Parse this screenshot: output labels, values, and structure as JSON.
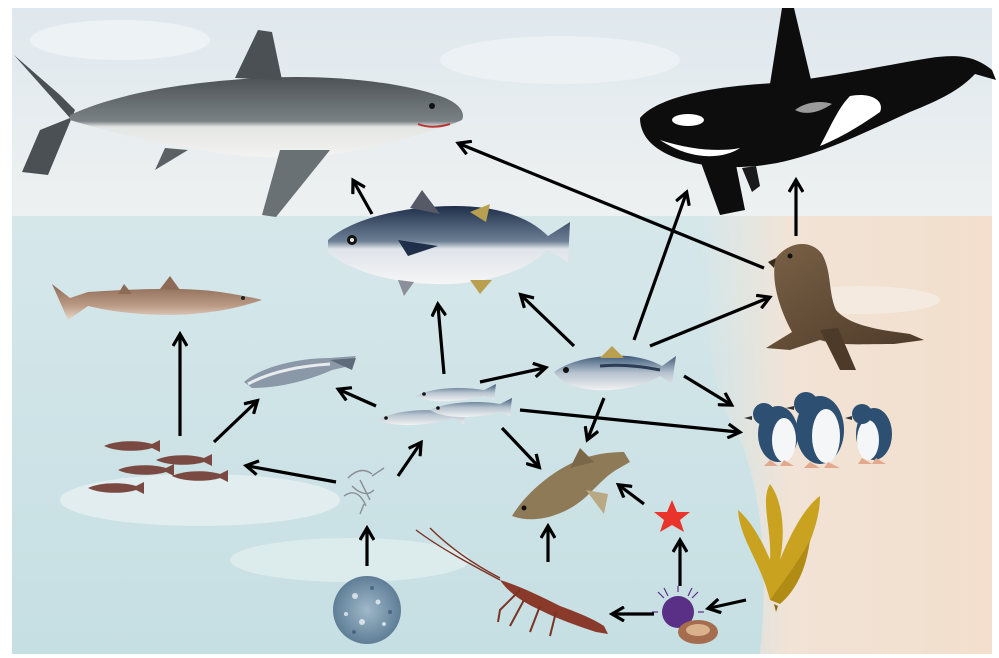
{
  "diagram": {
    "type": "food-web",
    "nodes": [
      {
        "id": "great-white-shark",
        "icon": "great-white-shark-icon"
      },
      {
        "id": "orca",
        "icon": "orca-icon"
      },
      {
        "id": "tuna",
        "icon": "tuna-icon"
      },
      {
        "id": "seal",
        "icon": "seal-icon"
      },
      {
        "id": "dogfish-shark",
        "icon": "dogfish-shark-icon"
      },
      {
        "id": "squid",
        "icon": "squid-icon"
      },
      {
        "id": "sardines",
        "icon": "sardine-school-icon"
      },
      {
        "id": "mackerel",
        "icon": "mackerel-icon"
      },
      {
        "id": "penguins",
        "icon": "penguin-group-icon"
      },
      {
        "id": "lanternfish",
        "icon": "lanternfish-school-icon"
      },
      {
        "id": "zooplankton",
        "icon": "zooplankton-icon"
      },
      {
        "id": "phytoplankton",
        "icon": "phytoplankton-icon"
      },
      {
        "id": "flathead",
        "icon": "flathead-fish-icon"
      },
      {
        "id": "sea-star",
        "icon": "sea-star-icon"
      },
      {
        "id": "lobster",
        "icon": "lobster-icon"
      },
      {
        "id": "urchin-abalone",
        "icon": "urchin-abalone-icon"
      },
      {
        "id": "kelp",
        "icon": "kelp-icon"
      }
    ],
    "edges": [
      {
        "from": "tuna",
        "to": "great-white-shark"
      },
      {
        "from": "seal",
        "to": "great-white-shark"
      },
      {
        "from": "seal",
        "to": "orca"
      },
      {
        "from": "mackerel",
        "to": "orca"
      },
      {
        "from": "mackerel",
        "to": "seal"
      },
      {
        "from": "mackerel",
        "to": "tuna"
      },
      {
        "from": "mackerel",
        "to": "penguins"
      },
      {
        "from": "mackerel",
        "to": "flathead"
      },
      {
        "from": "sardines",
        "to": "tuna"
      },
      {
        "from": "sardines",
        "to": "mackerel"
      },
      {
        "from": "sardines",
        "to": "squid"
      },
      {
        "from": "sardines",
        "to": "penguins"
      },
      {
        "from": "sardines",
        "to": "flathead"
      },
      {
        "from": "lanternfish",
        "to": "dogfish-shark"
      },
      {
        "from": "lanternfish",
        "to": "squid"
      },
      {
        "from": "zooplankton",
        "to": "lanternfish"
      },
      {
        "from": "zooplankton",
        "to": "sardines"
      },
      {
        "from": "phytoplankton",
        "to": "zooplankton"
      },
      {
        "from": "lobster",
        "to": "flathead"
      },
      {
        "from": "sea-star",
        "to": "flathead"
      },
      {
        "from": "urchin-abalone",
        "to": "sea-star"
      },
      {
        "from": "urchin-abalone",
        "to": "lobster"
      },
      {
        "from": "kelp",
        "to": "urchin-abalone"
      }
    ],
    "colors": {
      "sky": "#e6eef2",
      "sea": "#cfe3e6",
      "beach": "#efe0d0",
      "arrow": "#000000",
      "shark": "#6d7478",
      "orca": "#0d0d0d",
      "kelp": "#c9a21f",
      "sea_star": "#e8342a",
      "urchin": "#5a2f86",
      "lobster": "#8a3a2a",
      "seal": "#6b5138",
      "penguin_blue": "#2d4f72"
    }
  }
}
